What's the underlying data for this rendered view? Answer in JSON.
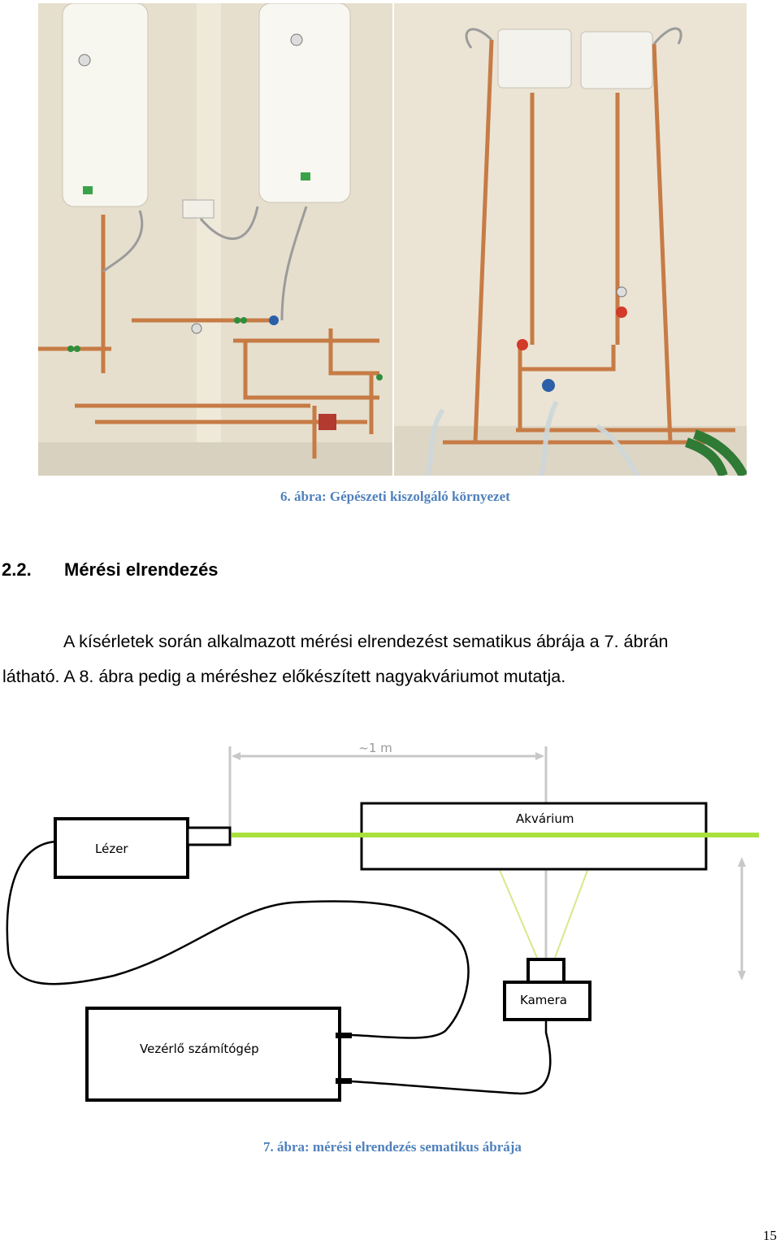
{
  "figure6": {
    "caption": "6.  ábra: Gépészeti kiszolgáló környezet"
  },
  "section": {
    "number": "2.2.",
    "title": "Mérési elrendezés"
  },
  "paragraph": {
    "line1": "A kísérletek során alkalmazott mérési elrendezést sematikus ábrája a 7. ábrán",
    "line2": "látható. A 8. ábra pedig a méréshez előkészített nagyakváriumot mutatja."
  },
  "figure7": {
    "distance_label": "~1 m",
    "laser_label": "Lézer",
    "aquarium_label": "Akvárium",
    "camera_label": "Kamera",
    "computer_label": "Vezérlő számítógép",
    "caption": "7.  ábra: mérési elrendezés sematikus ábrája",
    "colors": {
      "laser_beam": "#a8e03c",
      "view_cone": "#d8e88a",
      "dimension": "#c8c8c8"
    }
  },
  "page": {
    "number": "15"
  }
}
